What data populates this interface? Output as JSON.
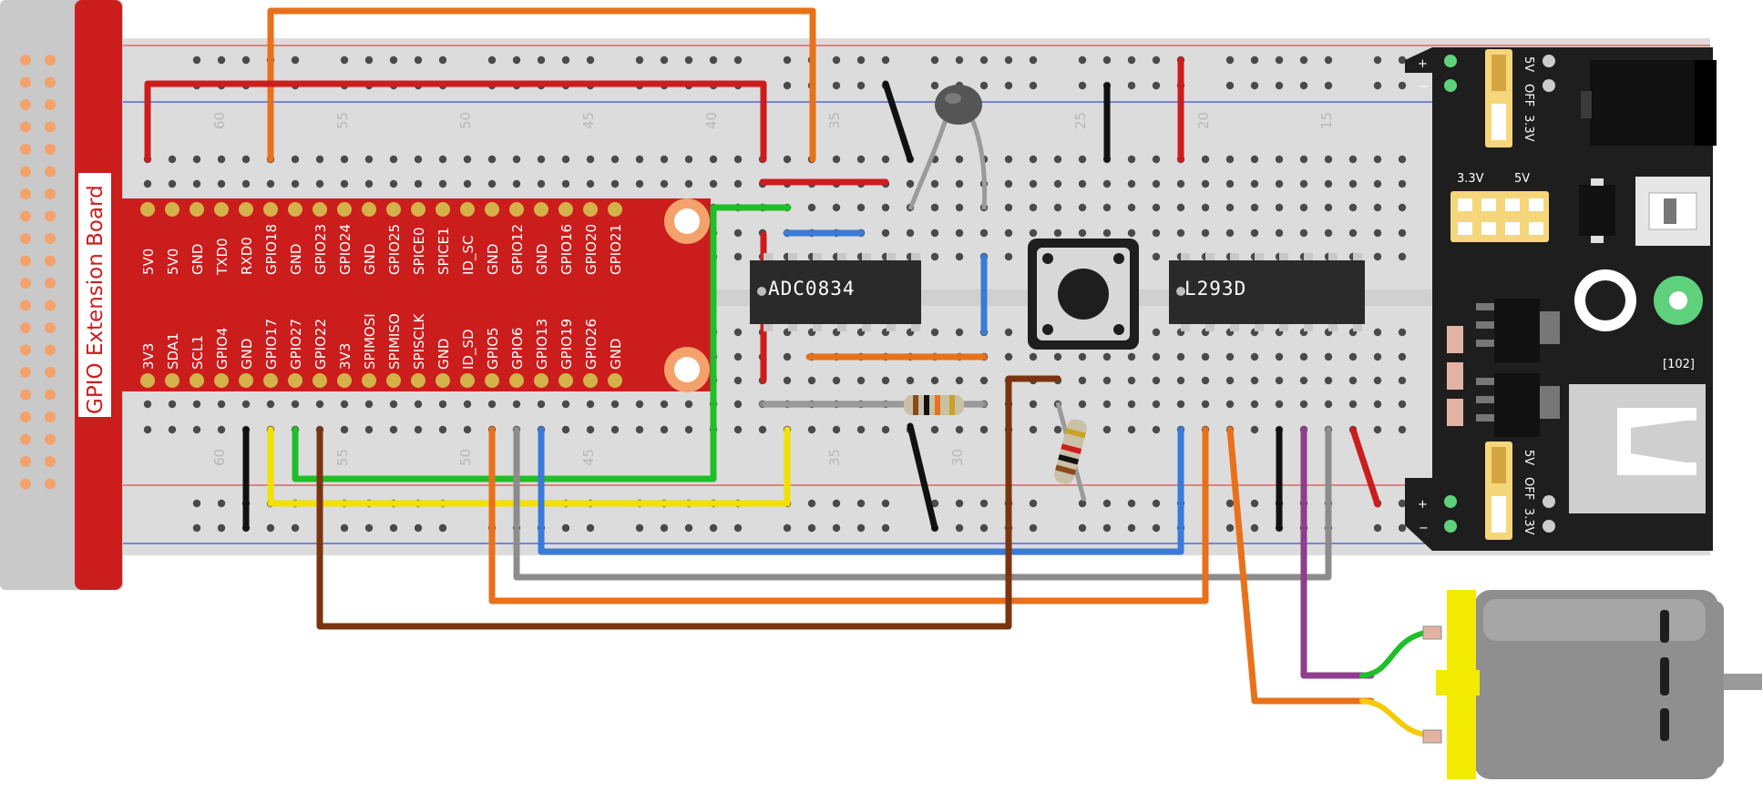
{
  "board": {
    "title": "GPIO Extension Board",
    "top_pins": [
      "5V0",
      "5V0",
      "GND",
      "TXD0",
      "RXD0",
      "GPIO18",
      "GND",
      "GPIO23",
      "GPIO24",
      "GND",
      "GPIO25",
      "SPICE0",
      "SPICE1",
      "ID_SC",
      "GND",
      "GPIO12",
      "GND",
      "GPIO16",
      "GPIO20",
      "GPIO21"
    ],
    "bottom_pins": [
      "3V3",
      "SDA1",
      "SCL1",
      "GPIO4",
      "GND",
      "GPIO17",
      "GPIO27",
      "GPIO22",
      "3V3",
      "SPIMOSI",
      "SPIMISO",
      "SPISCLK",
      "GND",
      "ID_SD",
      "GPIO5",
      "GPIO6",
      "GPIO13",
      "GPIO19",
      "GPIO26",
      "GND"
    ]
  },
  "breadboard": {
    "column_numbers": [
      "60",
      "55",
      "50",
      "45",
      "40",
      "35",
      "30",
      "25",
      "20",
      "15"
    ]
  },
  "chips": {
    "adc": "ADC0834",
    "driver": "L293D"
  },
  "power_module": {
    "top_jumper": [
      "5V",
      "OFF",
      "3.3V"
    ],
    "bottom_jumper": [
      "5V",
      "OFF",
      "3.3V"
    ],
    "header_labels": [
      "3.3V",
      "5V"
    ],
    "rail_marks": [
      "+",
      "−",
      "+",
      "−"
    ],
    "resistor_code": "[102]"
  },
  "colors": {
    "board_red": "#cc1d1d",
    "breadboard": "#dcdcdc",
    "power_module": "#1e1e1e"
  }
}
